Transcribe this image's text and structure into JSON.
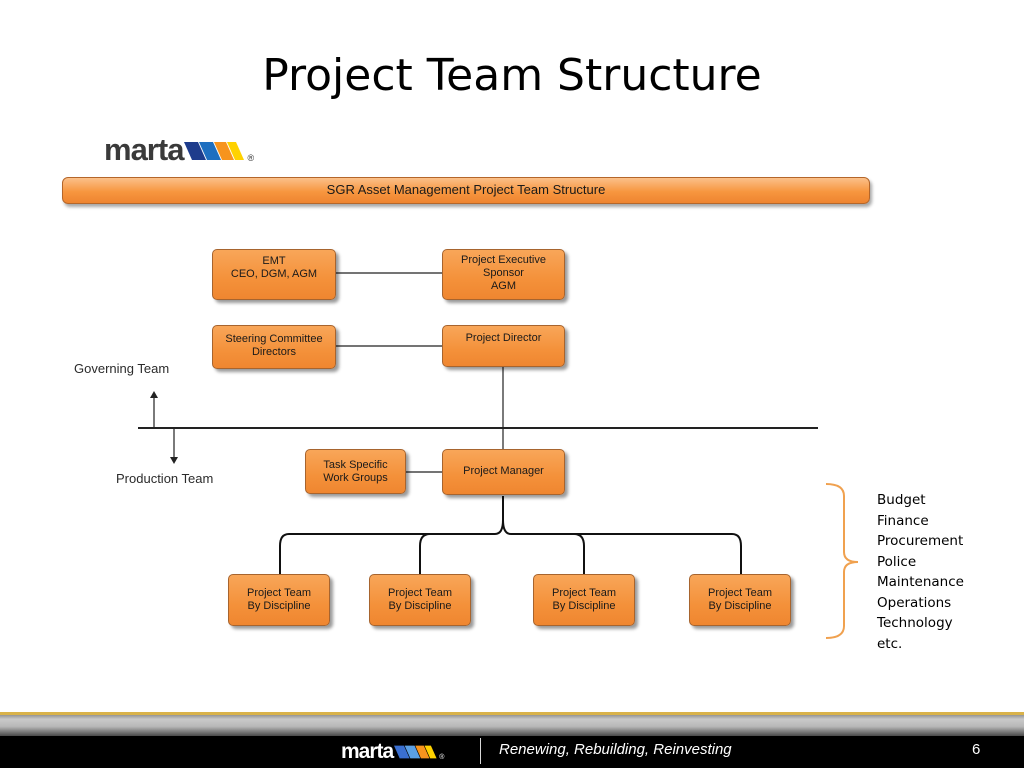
{
  "slide": {
    "title": "Project Team Structure",
    "page_number": "6"
  },
  "logo": {
    "word": "marta",
    "registered": "®"
  },
  "banner": {
    "text": "SGR Asset Management Project Team Structure"
  },
  "boxes": {
    "emt": [
      "EMT",
      "CEO, DGM, AGM"
    ],
    "project_executive_sponsor": [
      "Project Executive",
      "Sponsor",
      "AGM"
    ],
    "steering_committee": [
      "Steering Committee",
      "Directors"
    ],
    "project_director": [
      "Project Director"
    ],
    "task_specific_work_groups": [
      "Task Specific",
      "Work Groups"
    ],
    "project_manager": [
      "Project Manager"
    ],
    "project_teams": [
      [
        "Project Team",
        "By Discipline"
      ],
      [
        "Project Team",
        "By Discipline"
      ],
      [
        "Project Team",
        "By Discipline"
      ],
      [
        "Project Team",
        "By Discipline"
      ]
    ]
  },
  "labels": {
    "governing_team": "Governing Team",
    "production_team": "Production Team"
  },
  "disciplines": [
    "Budget",
    "Finance",
    "Procurement",
    "Police",
    "Maintenance",
    "Operations",
    "Technology",
    "etc."
  ],
  "footer": {
    "tagline": "Renewing, Rebuilding, Reinvesting"
  },
  "colors": {
    "box_orange": "#f4913a",
    "brace_orange": "#f0a14f",
    "logo_blue": "#1e3c8c",
    "logo_orange": "#f7941e",
    "logo_yellow": "#ffd200",
    "footer_black": "#000000"
  }
}
